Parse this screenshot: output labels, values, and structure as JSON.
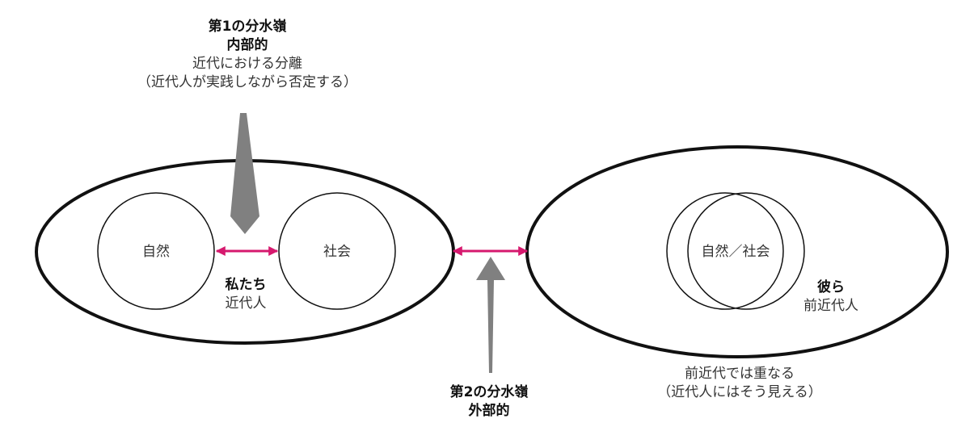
{
  "watershed1": {
    "title": "第1の分水嶺",
    "subtitle": "内部的",
    "desc1": "近代における分離",
    "desc2": "（近代人が実践しながら否定する）"
  },
  "watershed2": {
    "title": "第2の分水嶺",
    "subtitle": "外部的"
  },
  "left_group": {
    "circle1": "自然",
    "circle2": "社会",
    "name": "私たち",
    "sub": "近代人"
  },
  "right_group": {
    "merged": "自然／社会",
    "name": "彼ら",
    "sub": "前近代人",
    "note1": "前近代では重なる",
    "note2": "（近代人にはそう見える）"
  },
  "colors": {
    "accent": "#d6196e",
    "arrow": "#808080",
    "stroke": "#111111"
  }
}
